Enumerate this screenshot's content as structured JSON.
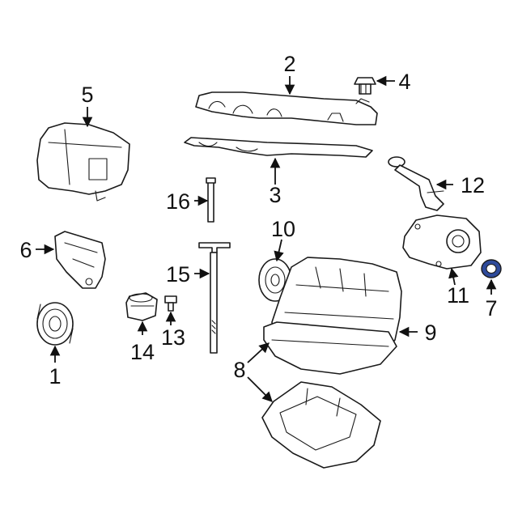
{
  "colors": {
    "line": "#1a1a1a",
    "highlight": "#2e4a9a"
  },
  "callouts": {
    "c1": "1",
    "c2": "2",
    "c3": "3",
    "c4": "4",
    "c5": "5",
    "c6": "6",
    "c7": "7",
    "c8": "8",
    "c9": "9",
    "c10": "10",
    "c11": "11",
    "c12": "12",
    "c13": "13",
    "c14": "14",
    "c15": "15",
    "c16": "16"
  }
}
